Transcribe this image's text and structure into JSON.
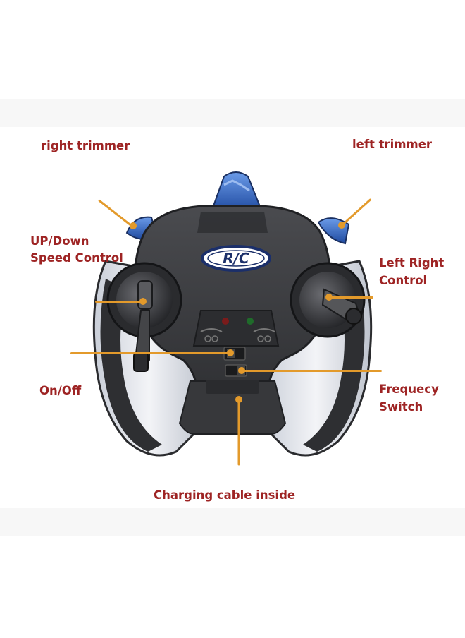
{
  "labels": {
    "right_trimmer": "right trimmer",
    "left_trimmer": "left trimmer",
    "updown_line1": "UP/Down",
    "updown_line2": "Speed Control",
    "left_right_line1": "Left Right",
    "left_right_line2": "Control",
    "on_off": "On/Off",
    "frequency_line1": "Frequecy",
    "frequency_line2": "Switch",
    "charging": "Charging cable inside"
  },
  "remote": {
    "badge_text": "R/C"
  },
  "colors": {
    "label": "#9e2424",
    "arrow": "#e39a2b",
    "body": "#3a3b3e",
    "accent": "#2f5fb8",
    "side_panel": "#dfe2e8"
  }
}
